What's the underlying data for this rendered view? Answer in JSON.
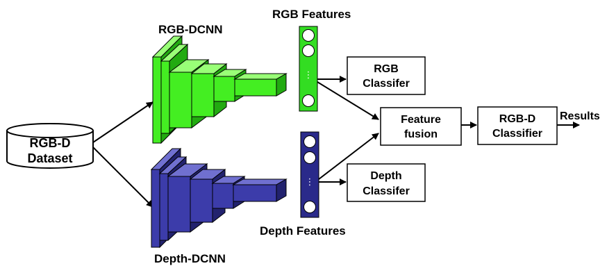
{
  "diagram": {
    "rgb_features_label": "RGB Features",
    "depth_features_label": "Depth Features",
    "rgb_dcnn_label": "RGB-DCNN",
    "depth_dcnn_label": "Depth-DCNN",
    "dataset": {
      "line1": "RGB-D",
      "line2": "Dataset"
    },
    "rgb_classifier": {
      "line1": "RGB",
      "line2": "Classifer"
    },
    "depth_classifier": {
      "line1": "Depth",
      "line2": "Classifer"
    },
    "feature_fusion": {
      "line1": "Feature",
      "line2": "fusion"
    },
    "rgbd_classifier": {
      "line1": "RGB-D",
      "line2": "Classifier"
    },
    "results_label": "Results",
    "feature_vector_ellipsis": "⋮"
  },
  "colors": {
    "rgb_front": "#44ee22",
    "rgb_top": "#99ff77",
    "rgb_side": "#22aa11",
    "depth_front": "#3c3caa",
    "depth_top": "#7070d0",
    "depth_side": "#22226e",
    "rgb_vector": "#33dd22",
    "depth_vector": "#2a2a8a",
    "stroke": "#000000"
  }
}
